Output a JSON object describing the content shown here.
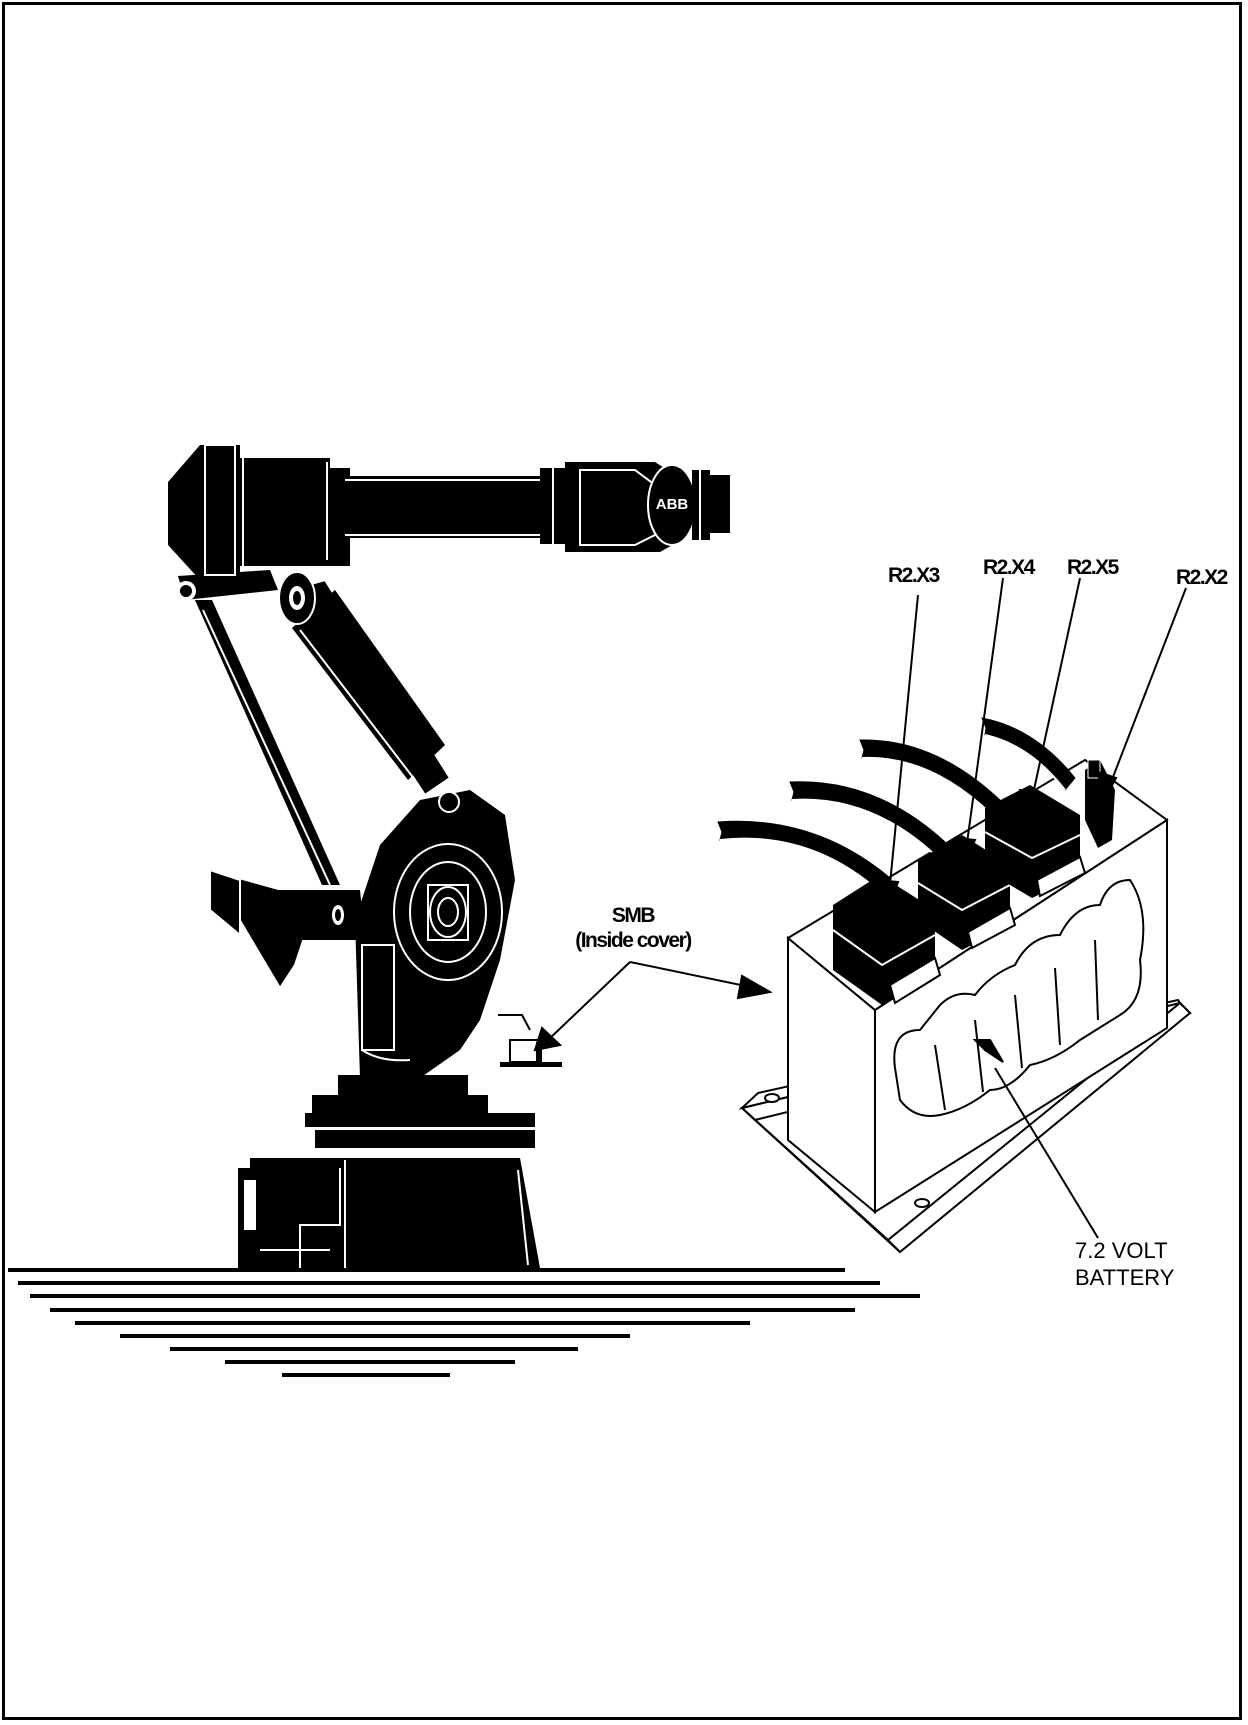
{
  "labels": {
    "r2x3": "R2.X3",
    "r2x4": "R2.X4",
    "r2x5": "R2.X5",
    "r2x2": "R2.X2",
    "smb_line1": "SMB",
    "smb_line2": "(Inside cover)",
    "battery_line1": "7.2 VOLT",
    "battery_line2": "BATTERY"
  },
  "logo": "ABB",
  "colors": {
    "ink": "#000000",
    "paper": "#ffffff"
  }
}
